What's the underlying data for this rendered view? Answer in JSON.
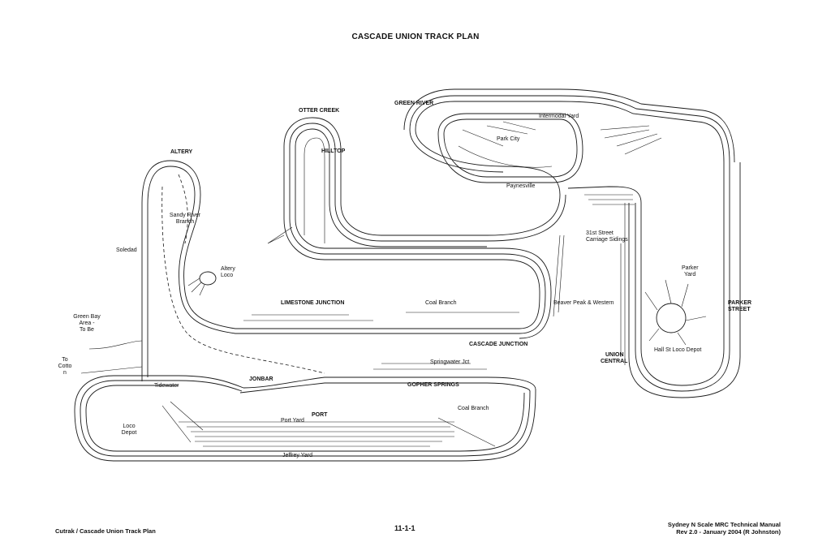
{
  "title": "CASCADE UNION TRACK PLAN",
  "labels": {
    "green_river": "GREEN RIVER",
    "otter_creek": "OTTER CREEK",
    "intermodal_yard": "Intermodal Yard",
    "park_city": "Park City",
    "hilltop": "HILLTOP",
    "altery": "ALTERY",
    "paynesville": "Paynesville",
    "sandy_river_1": "Sandy River",
    "sandy_river_2": "Branch",
    "soledad": "Soledad",
    "altery_loco_1": "Altery",
    "altery_loco_2": "Loco",
    "street_31_1": "31st Street",
    "street_31_2": "Carriage Sidings",
    "parker_1": "Parker",
    "parker_2": "Yard",
    "parker_street_1": "PARKER",
    "parker_street_2": "STREET",
    "limestone_junction": "LIMESTONE JUNCTION",
    "coal_branch_upper": "Coal Branch",
    "beaver_peak": "Beaver Peak & Western",
    "green_bay_1": "Green Bay",
    "green_bay_2": "Area -",
    "green_bay_3": "To Be",
    "cascade_junction": "CASCADE JUNCTION",
    "union_central_1": "UNION",
    "union_central_2": "CENTRAL",
    "hall_st": "Hall St Loco Depot",
    "to_cotton_1": "To",
    "to_cotton_2": "Cotto",
    "to_cotton_3": "n",
    "springwater": "Springwater Jct",
    "jonbar": "JONBAR",
    "gopher_springs": "GOPHER SPRINGS",
    "tidewater": "Tidewater",
    "coal_branch_lower": "Coal Branch",
    "port": "PORT",
    "port_yard": "Port Yard",
    "loco_depot_1": "Loco",
    "loco_depot_2": "Depot",
    "jeffrey_yard": "Jeffrey Yard"
  },
  "footer": {
    "left": "Cutrak / Cascade Union Track Plan",
    "center": "11-1-1",
    "right_1": "Sydney N Scale MRC Technical Manual",
    "right_2": "Rev 2.0 - January 2004 (R Johnston)"
  }
}
